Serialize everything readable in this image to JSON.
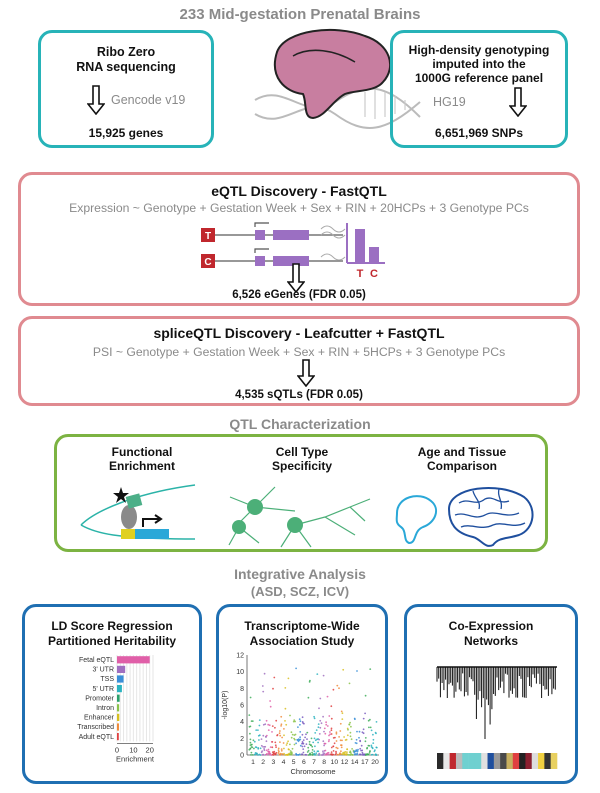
{
  "header": {
    "title": "233 Mid-gestation Prenatal Brains"
  },
  "rna": {
    "title_line1": "Ribo Zero",
    "title_line2": "RNA sequencing",
    "annotation": "Gencode v19",
    "result": "15,925 genes"
  },
  "geno": {
    "title_line1": "High-density genotyping",
    "title_line2": "imputed into the",
    "title_line3": "1000G reference panel",
    "annotation": "HG19",
    "result": "6,651,969 SNPs"
  },
  "eqtl": {
    "title": "eQTL Discovery - FastQTL",
    "formula": "Expression ~ Genotype + Gestation Week + Sex + RIN + 20HCPs + 3 Genotype PCs",
    "allele_t": "T",
    "allele_c": "C",
    "result": "6,526 eGenes (FDR 0.05)"
  },
  "sqtl": {
    "title": "spliceQTL Discovery - Leafcutter + FastQTL",
    "formula": "PSI ~ Genotype + Gestation Week + Sex + RIN + 5HCPs + 3 Genotype PCs",
    "result": "4,535 sQTLs (FDR 0.05)"
  },
  "characterization": {
    "title": "QTL Characterization",
    "col1_line1": "Functional",
    "col1_line2": "Enrichment",
    "col2_line1": "Cell Type",
    "col2_line2": "Specificity",
    "col3_line1": "Age and Tissue",
    "col3_line2": "Comparison"
  },
  "integrative": {
    "title": "Integrative Analysis",
    "subtitle": "(ASD, SCZ, ICV)"
  },
  "ldsc": {
    "title_line1": "LD Score Regression",
    "title_line2": "Partitioned Heritability",
    "xlabel": "Enrichment",
    "categories": [
      "Fetal eQTL",
      "3' UTR",
      "TSS",
      "5' UTR",
      "Promoter",
      "Intron",
      "Enhancer",
      "Transcribed",
      "Adult eQTL"
    ],
    "values": [
      20,
      5,
      4,
      3,
      1.6,
      1.3,
      1.4,
      1.2,
      1.1
    ],
    "colors": [
      "#e05fa8",
      "#a070c0",
      "#3a8fd8",
      "#2bb3c0",
      "#2aa06a",
      "#8bc34a",
      "#d8c020",
      "#f08a3a",
      "#e04040"
    ],
    "ticks": [
      "0",
      "10",
      "20"
    ],
    "xlim": [
      0,
      22
    ]
  },
  "twas": {
    "title_line1": "Transcriptome-Wide",
    "title_line2": "Association Study",
    "ylabel": "-log10(P)",
    "xlabel": "Chromosome",
    "yticks": [
      "0",
      "2",
      "4",
      "6",
      "8",
      "10",
      "12"
    ],
    "xticks": [
      "1",
      "2",
      "3",
      "4",
      "5",
      "6",
      "7",
      "8",
      "10",
      "12",
      "14",
      "17",
      "20"
    ],
    "ylim": [
      0,
      12
    ]
  },
  "coexp": {
    "title_line1": "Co-Expression",
    "title_line2": "Networks"
  },
  "chart_data": [
    {
      "type": "bar",
      "title": "LD Score Regression Partitioned Heritability",
      "categories": [
        "Fetal eQTL",
        "3' UTR",
        "TSS",
        "5' UTR",
        "Promoter",
        "Intron",
        "Enhancer",
        "Transcribed",
        "Adult eQTL"
      ],
      "values": [
        20,
        5,
        4,
        3,
        1.6,
        1.3,
        1.4,
        1.2,
        1.1
      ],
      "xlabel": "Enrichment",
      "xlim": [
        0,
        22
      ],
      "orientation": "horizontal"
    },
    {
      "type": "scatter",
      "title": "Transcriptome-Wide Association Study",
      "xlabel": "Chromosome",
      "ylabel": "-log10(P)",
      "ylim": [
        0,
        12
      ]
    }
  ]
}
